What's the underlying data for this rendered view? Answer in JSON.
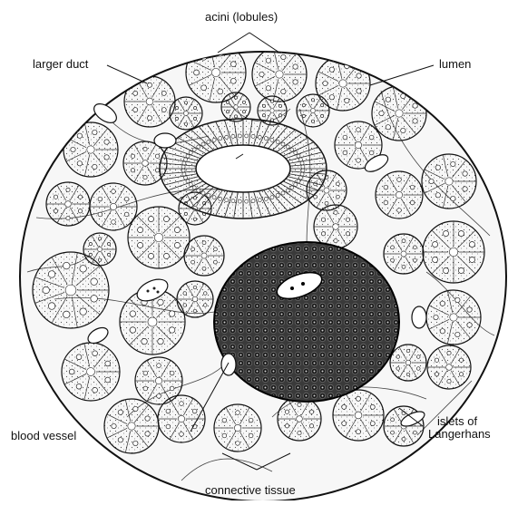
{
  "labels": {
    "acini": "acini (lobules)",
    "larger_duct": "larger duct",
    "lumen": "lumen",
    "blood_vessel": "blood vessel",
    "islets_line1": "islets of",
    "islets_line2": "Langerhans",
    "connective_tissue": "connective tissue"
  },
  "colors": {
    "ink": "#111111",
    "background": "#ffffff",
    "stipple": "#555555"
  }
}
